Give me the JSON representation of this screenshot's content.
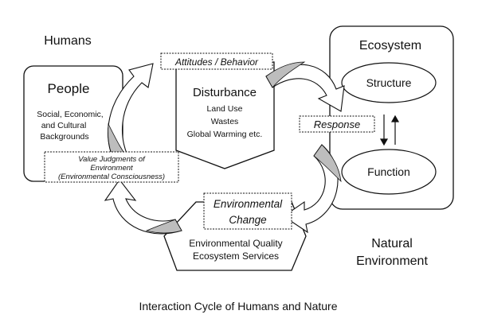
{
  "humans_label": "Humans",
  "people": {
    "title": "People",
    "lines": [
      "Social, Economic,",
      "and Cultural",
      "Backgrounds"
    ]
  },
  "attitudes_label": "Attitudes / Behavior",
  "disturbance": {
    "title": "Disturbance",
    "lines": [
      "Land Use",
      "Wastes",
      "Global Warming etc."
    ]
  },
  "ecosystem": {
    "title": "Ecosystem",
    "structure": "Structure",
    "function": "Function"
  },
  "response_label": "Response",
  "value_judgments": {
    "lines": [
      "Value Judgments of",
      "Environment",
      "(Environmental Consciousness)"
    ]
  },
  "environmental_change": {
    "lines": [
      "Environmental",
      "Change"
    ]
  },
  "environment_box": {
    "lines": [
      "Environmental Quality",
      "Ecosystem Services"
    ]
  },
  "natural_environment": {
    "lines": [
      "Natural",
      "Environment"
    ]
  },
  "caption": "Interaction Cycle of Humans and Nature",
  "colors": {
    "stroke": "#111111",
    "arrow_fill": "#ffffff",
    "shade_fill": "#bdbdbd",
    "text": "#111111"
  }
}
